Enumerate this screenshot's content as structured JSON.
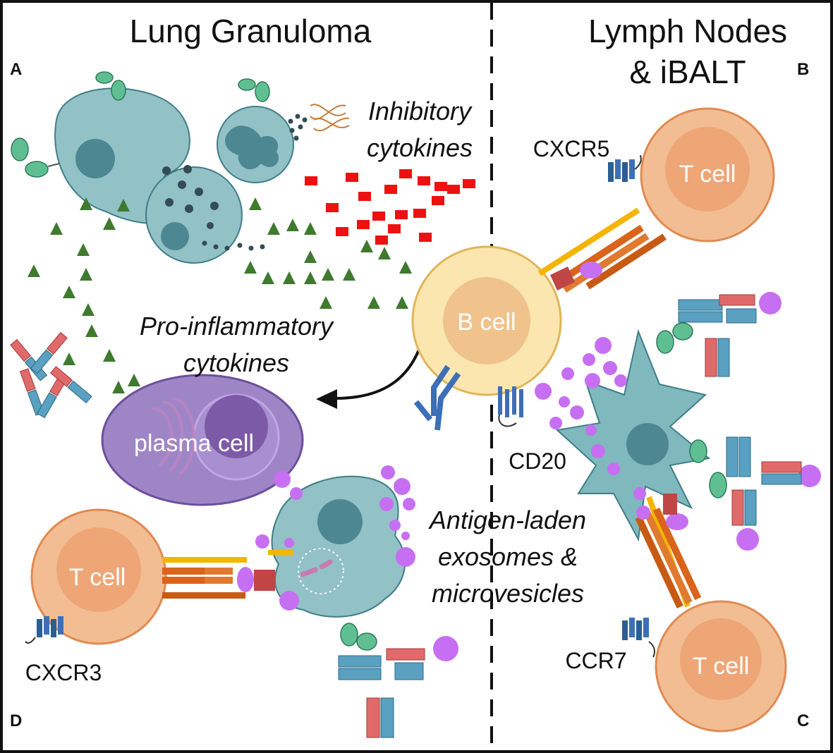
{
  "headings": {
    "left": "Lung Granuloma",
    "right_line1": "Lymph Nodes",
    "right_line2": "& iBALT"
  },
  "panels": {
    "a": "A",
    "b": "B",
    "c": "C",
    "d": "D"
  },
  "annotations": {
    "inhibitory_1": "Inhibitory",
    "inhibitory_2": "cytokines",
    "proinflam_1": "Pro-inflammatory",
    "proinflam_2": "cytokines",
    "antigen_1": "Antigen-laden",
    "antigen_2": "exosomes &",
    "antigen_3": "microvesicles"
  },
  "receptors": {
    "cxcr5": "CXCR5",
    "cd20": "CD20",
    "ccr7": "CCR7",
    "cxcr3": "CXCR3"
  },
  "cells": {
    "b_cell": "B cell",
    "t_cell_top": "T cell",
    "t_cell_bottom": "T cell",
    "t_cell_left": "T cell",
    "plasma_cell": "plasma cell"
  },
  "colors": {
    "border": "#111111",
    "myeloid_cell": "#92c1c6",
    "myeloid_nucleus": "#4d8892",
    "t_cell": "#f3bd93",
    "t_cell_nucleus": "#eea677",
    "b_cell": "#fbe6b0",
    "plasma_cell": "#9e86c6",
    "antigen": "#c76ff2",
    "inhibitory_cytokine": "#ee1111",
    "proinflammatory_cytokine": "#3f7a2f",
    "tcr": "#d9641a",
    "mhc": "#c04545",
    "cd4_ligand": "#f5b400",
    "receptor": "#3d6fb8"
  }
}
